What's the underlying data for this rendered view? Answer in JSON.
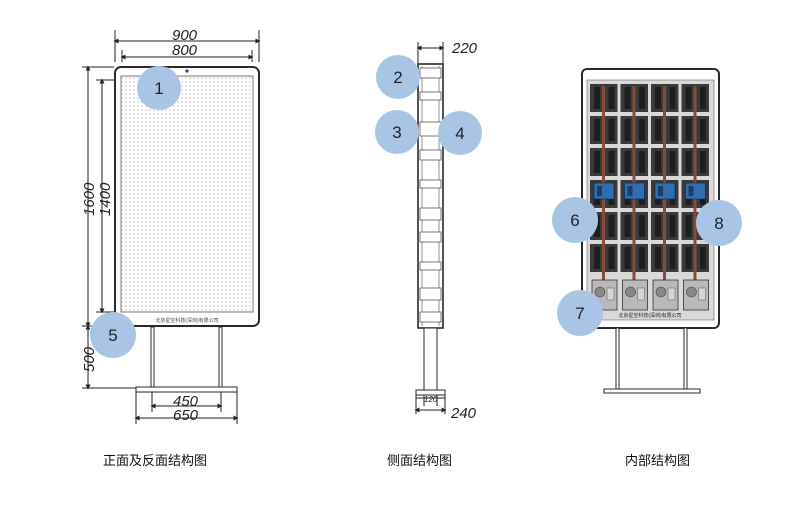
{
  "views": {
    "front": {
      "caption": "正面及反面结构图",
      "dims": {
        "top_outer": "900",
        "top_inner": "800",
        "left_outer": "1600",
        "left_inner": "1400",
        "base_height": "500",
        "base_inner": "450",
        "base_outer": "650"
      },
      "label": "北京星空科技(深圳)有限公司"
    },
    "side": {
      "caption": "侧面结构图",
      "dims": {
        "top": "220",
        "bottom_inner": "120",
        "bottom_outer": "240"
      }
    },
    "interior": {
      "caption": "内部结构图",
      "label": "北京星空科技(深圳)有限公司"
    }
  },
  "callouts": [
    "1",
    "2",
    "3",
    "4",
    "5",
    "6",
    "7",
    "8"
  ],
  "colors": {
    "bubble": "#a9c5e6",
    "frame": "#2a2a2a",
    "panel_dot": "#cfcfcf"
  }
}
